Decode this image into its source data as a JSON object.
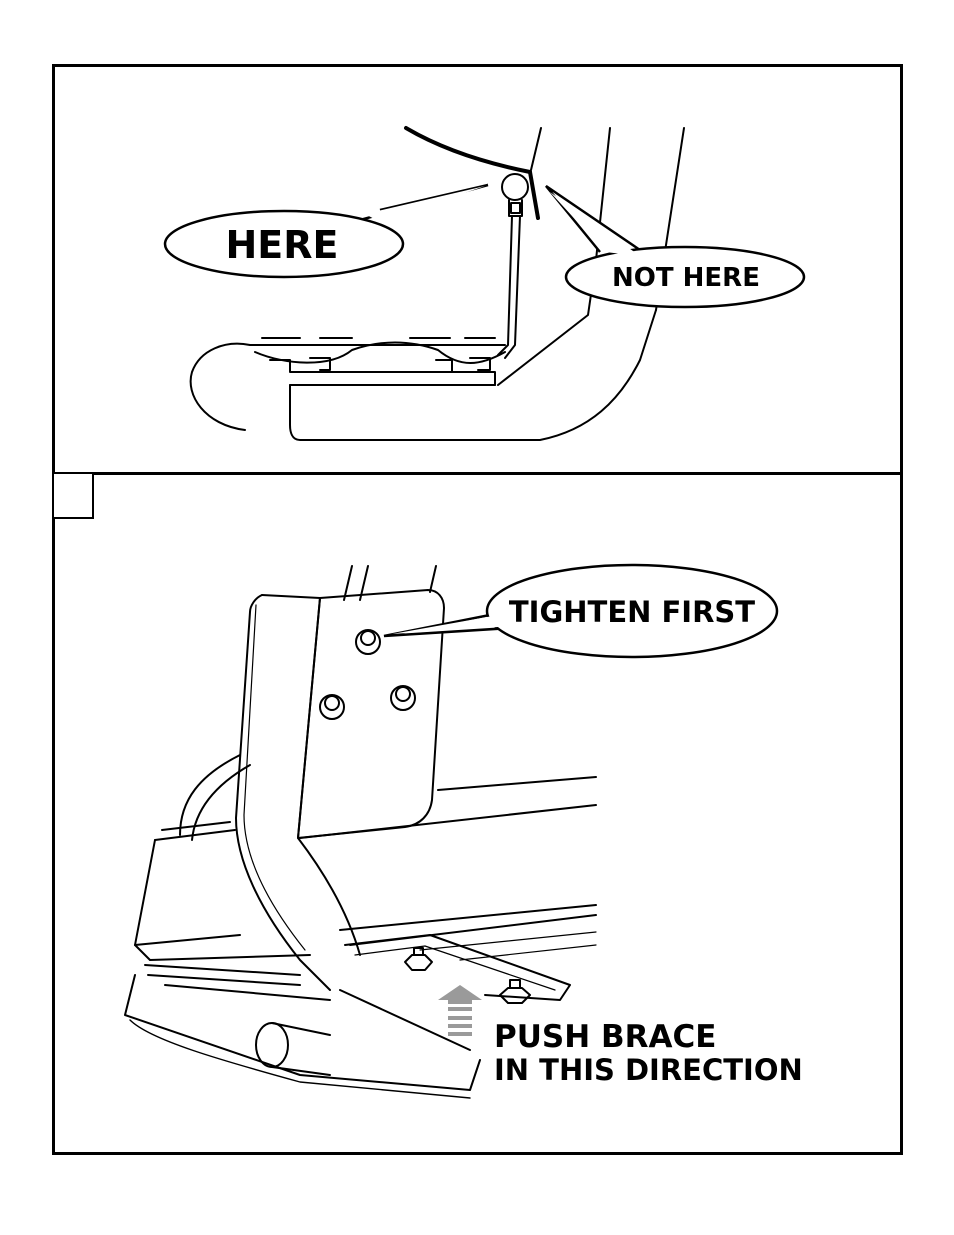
{
  "callouts": {
    "here": "HERE",
    "not_here": "NOT HERE",
    "tighten_first": "TIGHTEN FIRST"
  },
  "instruction": {
    "line1": "PUSH BRACE",
    "line2": "IN THIS DIRECTION"
  },
  "step_number": ""
}
